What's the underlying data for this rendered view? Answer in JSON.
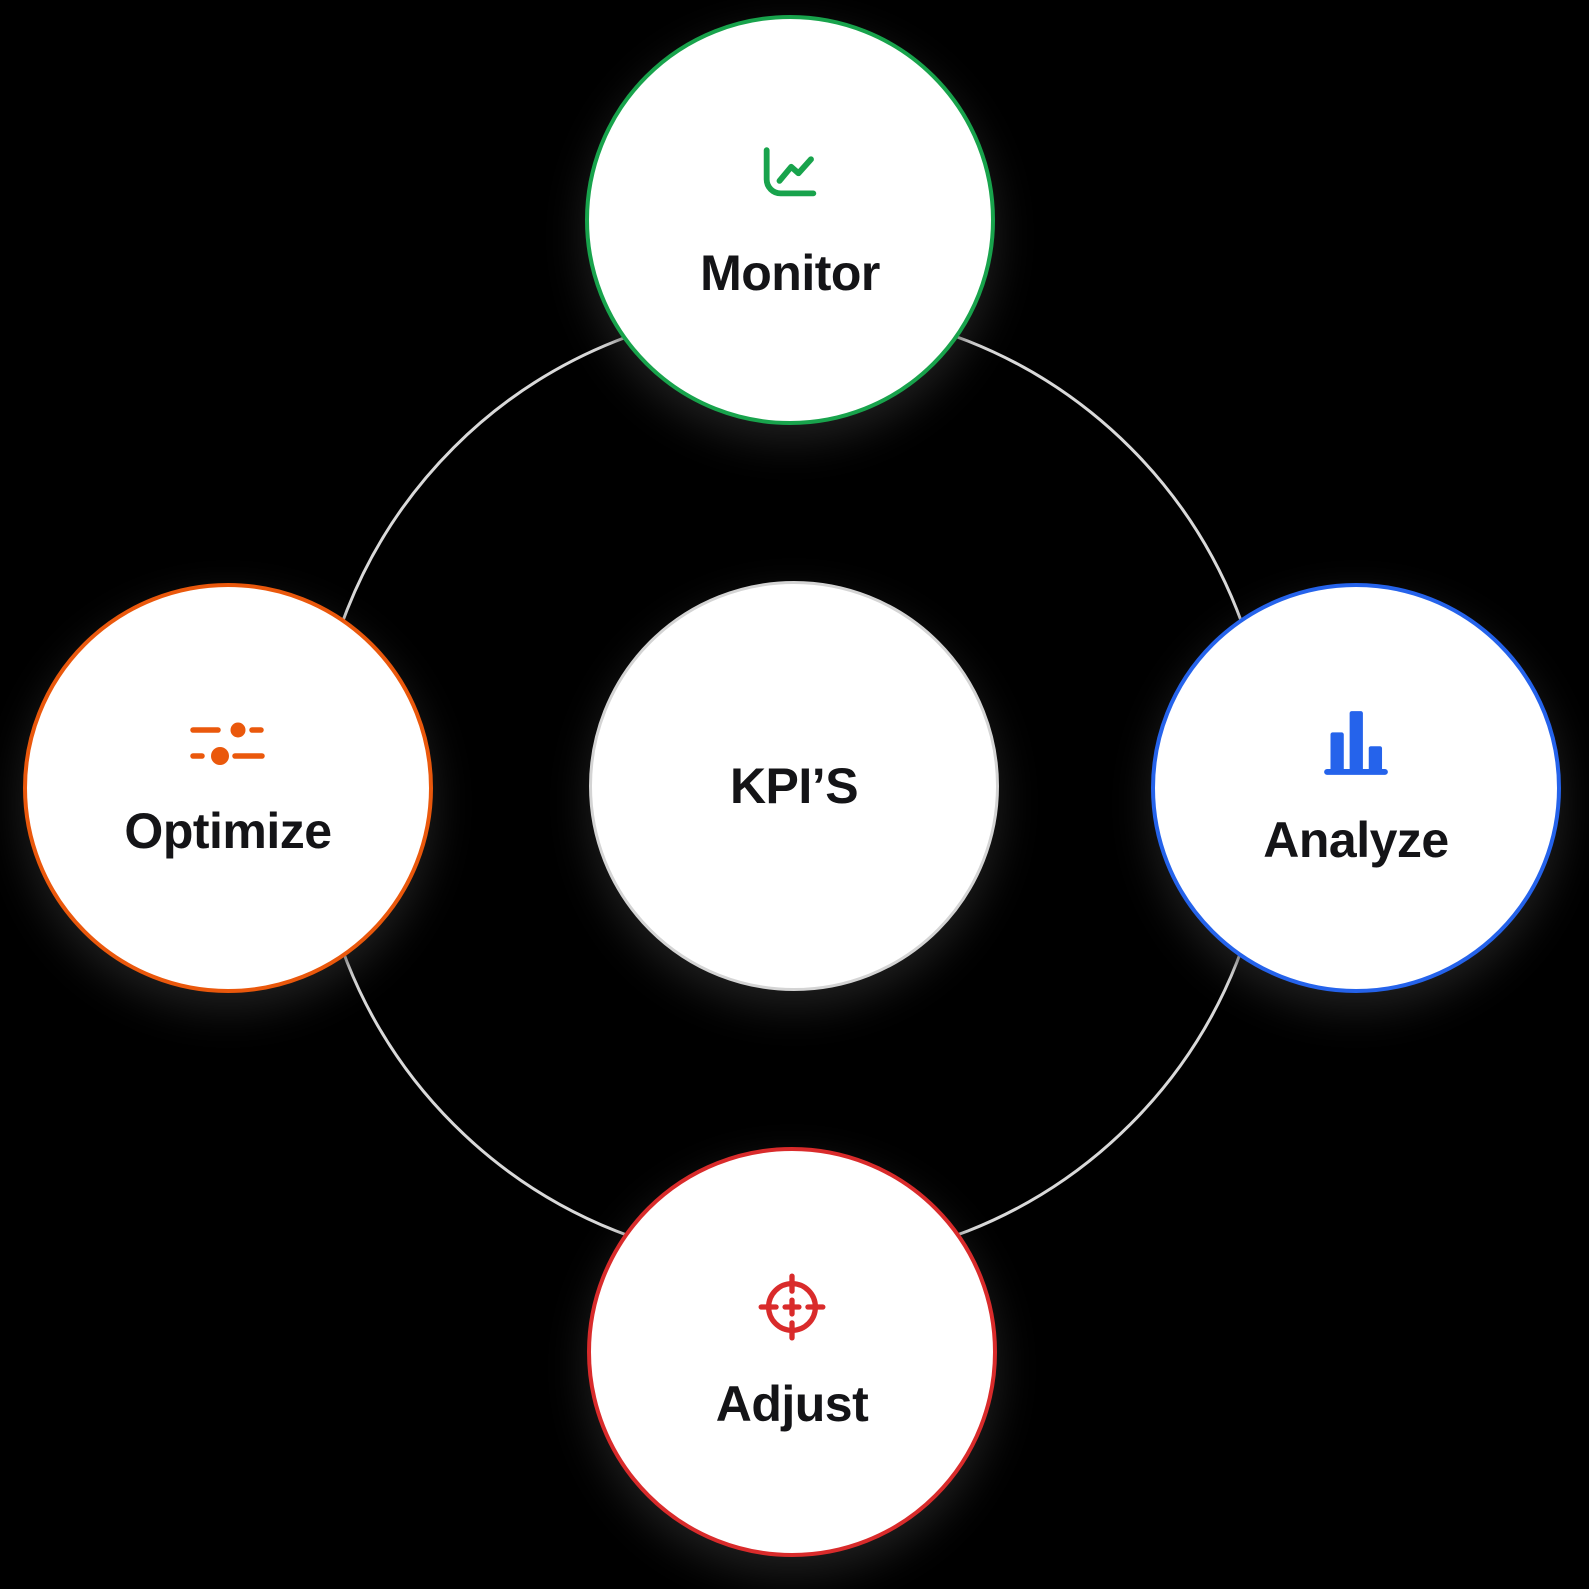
{
  "diagram": {
    "background_color": "#000000",
    "ring_color": "#d9d9d9",
    "text_color": "#141417",
    "center": {
      "label": "KPI’S",
      "border_color": "#d4d4d4",
      "fill_color": "#ffffff"
    },
    "nodes": [
      {
        "id": "monitor",
        "label": "Monitor",
        "color": "#18a34c",
        "icon": "line-chart-icon",
        "position": "top"
      },
      {
        "id": "analyze",
        "label": "Analyze",
        "color": "#2563eb",
        "icon": "bar-chart-icon",
        "position": "right"
      },
      {
        "id": "adjust",
        "label": "Adjust",
        "color": "#d92b2b",
        "icon": "crosshair-icon",
        "position": "bottom"
      },
      {
        "id": "optimize",
        "label": "Optimize",
        "color": "#ea580c",
        "icon": "sliders-icon",
        "position": "left"
      }
    ]
  }
}
